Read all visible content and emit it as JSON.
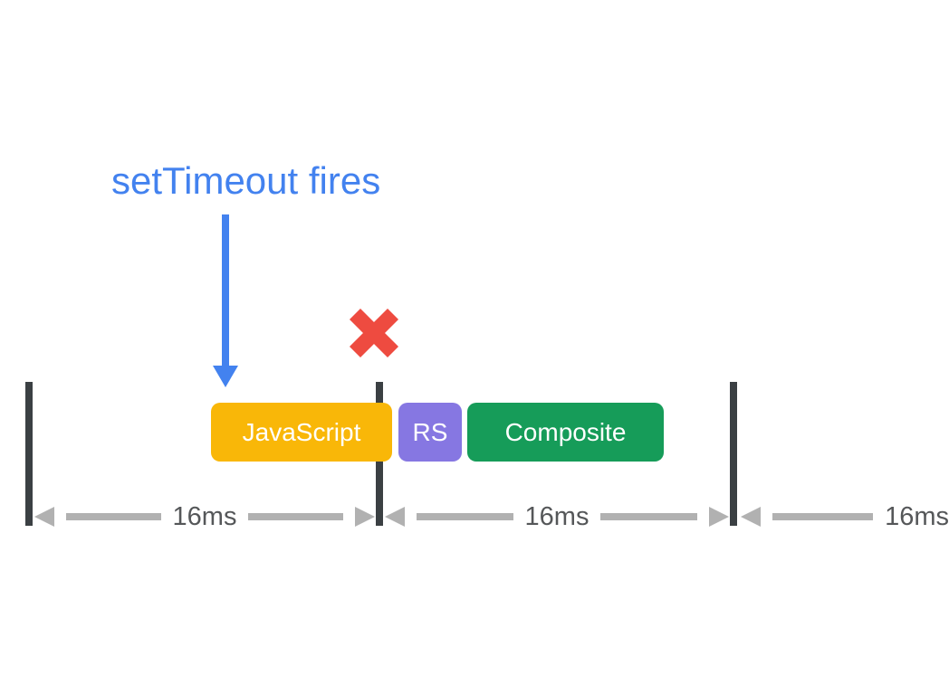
{
  "annotation": {
    "text": "setTimeout fires"
  },
  "task_blocks": [
    {
      "label": "JavaScript",
      "color": "#F9B708"
    },
    {
      "label": "RS",
      "color": "#8677E2"
    },
    {
      "label": "Composite",
      "color": "#169C59"
    }
  ],
  "frame_intervals": [
    {
      "label": "16ms"
    },
    {
      "label": "16ms"
    },
    {
      "label": "16ms"
    }
  ],
  "icons": {
    "settimeout_arrow": "blue-down-arrow",
    "missed_frame": "red-x-mark"
  },
  "colors": {
    "annotation_blue": "#4382EF",
    "javascript_yellow": "#F9B708",
    "rs_purple": "#8677E2",
    "composite_green": "#169C59",
    "missed_frame_red": "#EE4B40",
    "frame_boundary_dark": "#3B4043",
    "measure_arrow_gray": "#B1B1B1",
    "measure_label_gray": "#555759",
    "background": "#FFFFFF"
  }
}
